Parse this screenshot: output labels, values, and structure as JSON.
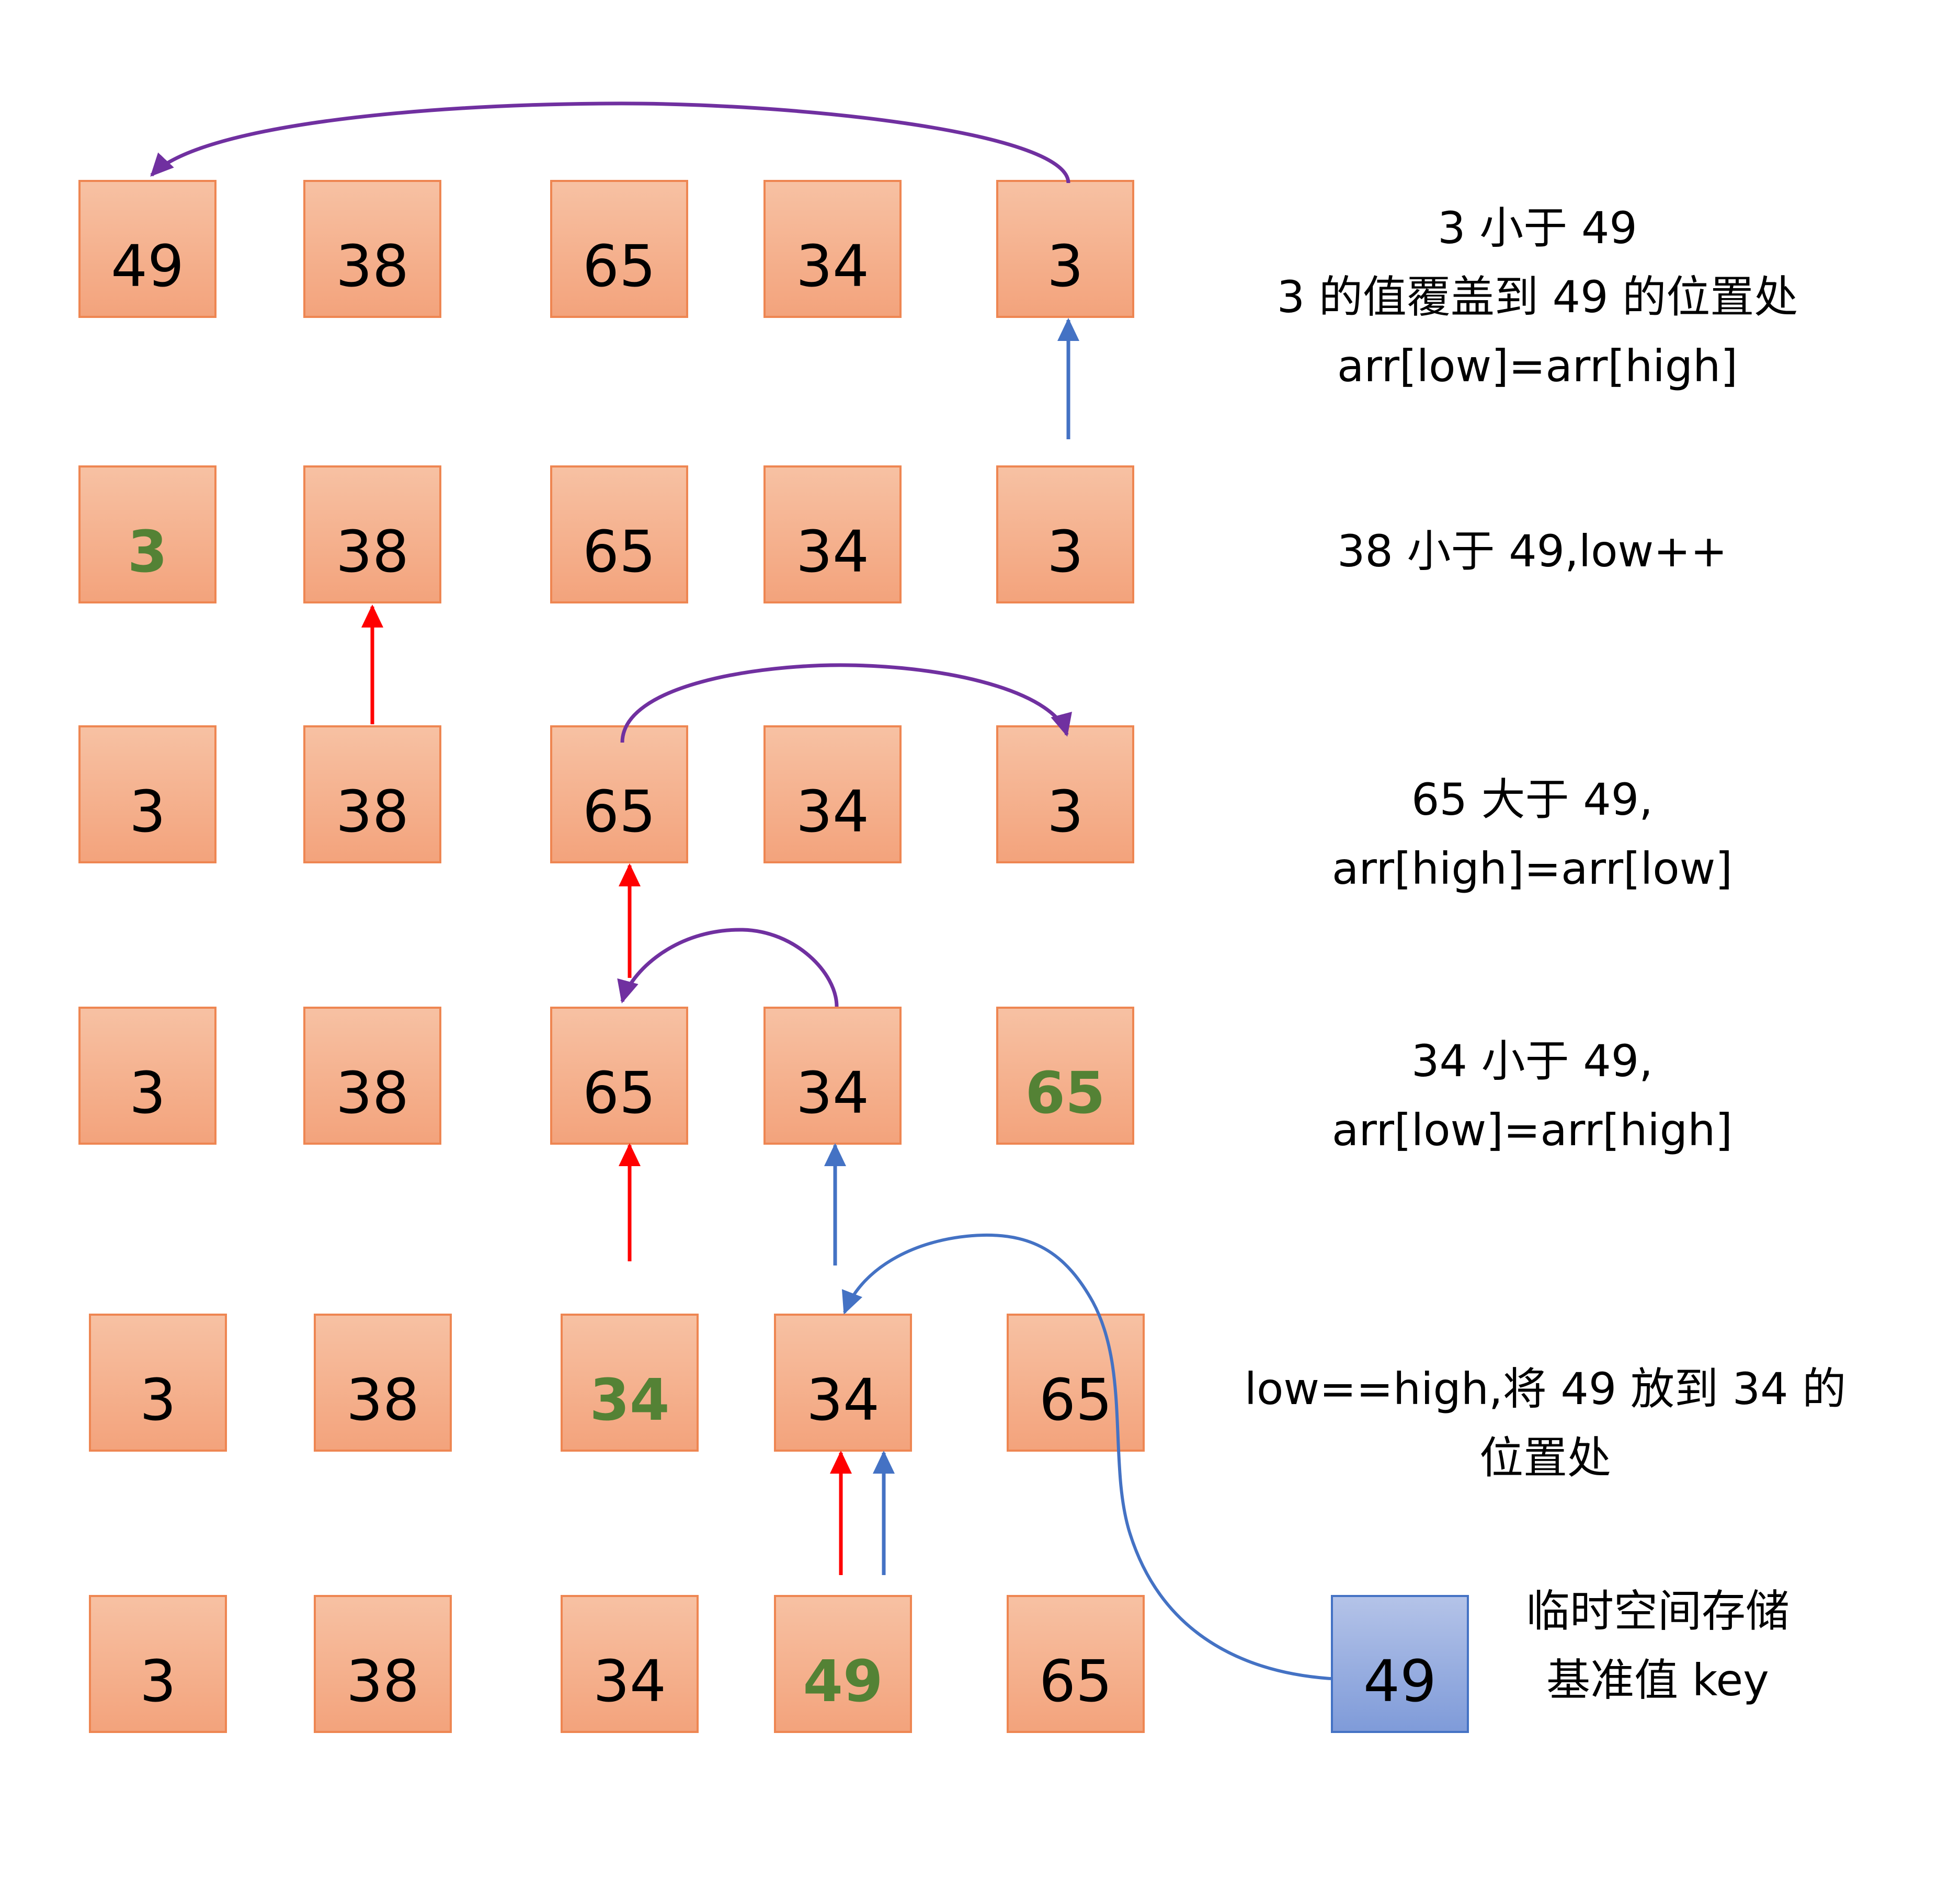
{
  "colors": {
    "cell_border": "#ee8652",
    "highlight_text": "#548235",
    "key_border": "#4472c4",
    "purple_arrow": "#7030a0",
    "red_arrow": "#ff0000",
    "blue_arrow": "#4472c4"
  },
  "rows": [
    {
      "cells": [
        {
          "v": "49"
        },
        {
          "v": "38"
        },
        {
          "v": "65"
        },
        {
          "v": "34"
        },
        {
          "v": "3"
        }
      ],
      "note": [
        "3 小于 49",
        "3 的值覆盖到 49 的位置处",
        "arr[low]=arr[high]"
      ]
    },
    {
      "cells": [
        {
          "v": "3",
          "hl": true
        },
        {
          "v": "38"
        },
        {
          "v": "65"
        },
        {
          "v": "34"
        },
        {
          "v": "3"
        }
      ],
      "note": [
        "38 小于 49,low++"
      ]
    },
    {
      "cells": [
        {
          "v": "3"
        },
        {
          "v": "38"
        },
        {
          "v": "65"
        },
        {
          "v": "34"
        },
        {
          "v": "3"
        }
      ],
      "note": [
        "65 大于 49,",
        "arr[high]=arr[low]"
      ]
    },
    {
      "cells": [
        {
          "v": "3"
        },
        {
          "v": "38"
        },
        {
          "v": "65"
        },
        {
          "v": "34"
        },
        {
          "v": "65",
          "hl": true
        }
      ],
      "note": [
        "34 小于 49,",
        "arr[low]=arr[high]"
      ]
    },
    {
      "cells": [
        {
          "v": "3"
        },
        {
          "v": "38"
        },
        {
          "v": "34",
          "hl": true
        },
        {
          "v": "34"
        },
        {
          "v": "65"
        }
      ],
      "note": [
        "low==high,将 49 放到 34 的",
        "位置处"
      ]
    },
    {
      "cells": [
        {
          "v": "3"
        },
        {
          "v": "38"
        },
        {
          "v": "34"
        },
        {
          "v": "49",
          "hl": true
        },
        {
          "v": "65"
        }
      ],
      "note": []
    }
  ],
  "key_box": {
    "value": "49",
    "label": [
      "临时空间存储",
      "基准值 key"
    ]
  }
}
